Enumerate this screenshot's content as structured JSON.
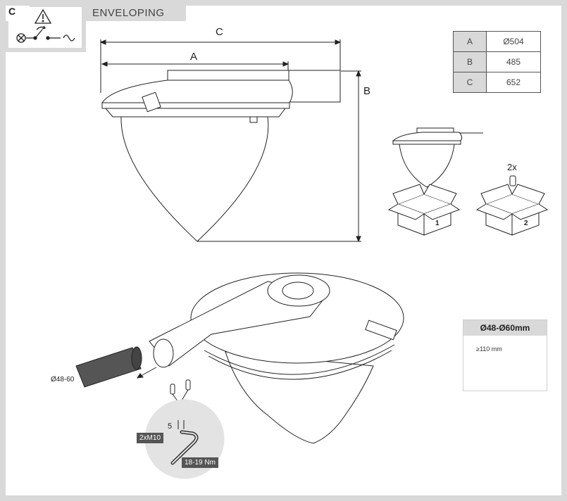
{
  "header": {
    "letter": "C",
    "title": "ENVELOPING"
  },
  "icons": [
    "warning-icon",
    "lamp-circuit-icon",
    "box-icon"
  ],
  "dimensions": {
    "labels": {
      "a": "A",
      "b": "B",
      "c": "C"
    },
    "table": [
      {
        "key": "A",
        "value": "Ø504"
      },
      {
        "key": "B",
        "value": "485"
      },
      {
        "key": "C",
        "value": "652"
      }
    ]
  },
  "packaging": {
    "qty": "2x",
    "boxes": [
      {
        "number": "1"
      },
      {
        "number": "2"
      }
    ]
  },
  "mounting": {
    "pole_diameter": "Ø48-60",
    "screws": "2xM10",
    "key_size": "5",
    "torque": "18-19 Nm"
  },
  "inset": {
    "title": "Ø48-Ø60mm",
    "insert_length": "≥110 mm"
  },
  "colors": {
    "frame": "#d9d9d9",
    "line": "#222222",
    "label_bg": "#555555"
  }
}
